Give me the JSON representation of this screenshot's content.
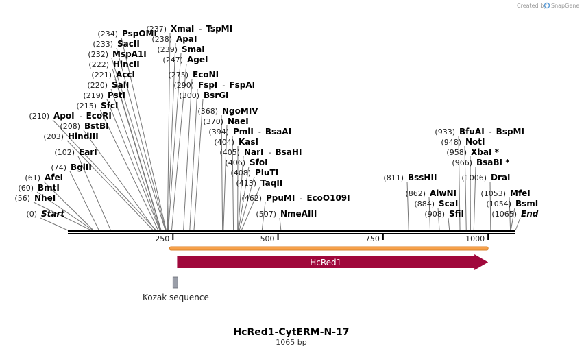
{
  "credit": {
    "text": "Created by",
    "brand": "SnapGene"
  },
  "map": {
    "name": "HcRed1-CytERM-N-17",
    "length_label": "1065 bp",
    "length": 1065,
    "ticks": [
      "250",
      "500",
      "750",
      "1000"
    ],
    "tick_values": [
      250,
      500,
      750,
      1000
    ]
  },
  "sites": [
    {
      "name": "Start",
      "pos": "(0)",
      "bp": 0,
      "italic": true
    },
    {
      "name": "NheI",
      "pos": "(56)",
      "bp": 56
    },
    {
      "name": "BmtI",
      "pos": "(60)",
      "bp": 60
    },
    {
      "name": "AfeI",
      "pos": "(61)",
      "bp": 61
    },
    {
      "name": "BglII",
      "pos": "(74)",
      "bp": 74
    },
    {
      "name": "EarI",
      "pos": "(102)",
      "bp": 102
    },
    {
      "name": "HindIII",
      "pos": "(203)",
      "bp": 203
    },
    {
      "name": "BstBI",
      "pos": "(208)",
      "bp": 208
    },
    {
      "name": "ApoI",
      "name2": "EcoRI",
      "pos": "(210)",
      "bp": 210
    },
    {
      "name": "SfcI",
      "pos": "(215)",
      "bp": 215
    },
    {
      "name": "PstI",
      "pos": "(219)",
      "bp": 219
    },
    {
      "name": "SalI",
      "pos": "(220)",
      "bp": 220
    },
    {
      "name": "AccI",
      "pos": "(221)",
      "bp": 221
    },
    {
      "name": "HincII",
      "pos": "(222)",
      "bp": 222
    },
    {
      "name": "MspA1I",
      "pos": "(232)",
      "bp": 232
    },
    {
      "name": "SacII",
      "pos": "(233)",
      "bp": 233
    },
    {
      "name": "PspOMI",
      "pos": "(234)",
      "bp": 234
    },
    {
      "name": "XmaI",
      "name2": "TspMI",
      "pos": "(237)",
      "bp": 237
    },
    {
      "name": "ApaI",
      "pos": "(238)",
      "bp": 238
    },
    {
      "name": "SmaI",
      "pos": "(239)",
      "bp": 239
    },
    {
      "name": "AgeI",
      "pos": "(247)",
      "bp": 247
    },
    {
      "name": "EcoNI",
      "pos": "(275)",
      "bp": 275
    },
    {
      "name": "FspI",
      "name2": "FspAI",
      "pos": "(290)",
      "bp": 290
    },
    {
      "name": "BsrGI",
      "pos": "(300)",
      "bp": 300
    },
    {
      "name": "NgoMIV",
      "pos": "(368)",
      "bp": 368
    },
    {
      "name": "NaeI",
      "pos": "(370)",
      "bp": 370
    },
    {
      "name": "PmlI",
      "name2": "BsaAI",
      "pos": "(394)",
      "bp": 394
    },
    {
      "name": "KasI",
      "pos": "(404)",
      "bp": 404
    },
    {
      "name": "NarI",
      "name2": "BsaHI",
      "pos": "(405)",
      "bp": 405
    },
    {
      "name": "SfoI",
      "pos": "(406)",
      "bp": 406
    },
    {
      "name": "PluTI",
      "pos": "(408)",
      "bp": 408
    },
    {
      "name": "TaqII",
      "pos": "(413)",
      "bp": 413
    },
    {
      "name": "PpuMI",
      "name2": "EcoO109I",
      "pos": "(462)",
      "bp": 462
    },
    {
      "name": "NmeAIII",
      "pos": "(507)",
      "bp": 507
    },
    {
      "name": "BssHII",
      "pos": "(811)",
      "bp": 811
    },
    {
      "name": "AlwNI",
      "pos": "(862)",
      "bp": 862
    },
    {
      "name": "ScaI",
      "pos": "(884)",
      "bp": 884
    },
    {
      "name": "SfiI",
      "pos": "(908)",
      "bp": 908
    },
    {
      "name": "BfuAI",
      "name2": "BspMI",
      "pos": "(933)",
      "bp": 933
    },
    {
      "name": "NotI",
      "pos": "(948)",
      "bp": 948
    },
    {
      "name": "XbaI *",
      "pos": "(958)",
      "bp": 958
    },
    {
      "name": "BsaBI *",
      "pos": "(966)",
      "bp": 966
    },
    {
      "name": "DraI",
      "pos": "(1006)",
      "bp": 1006
    },
    {
      "name": "MfeI",
      "pos": "(1053)",
      "bp": 1053
    },
    {
      "name": "BsmI",
      "pos": "(1054)",
      "bp": 1054
    },
    {
      "name": "End",
      "pos": "(1065)",
      "bp": 1065,
      "italic": true
    }
  ],
  "features": {
    "cds": {
      "label": "HcRed1",
      "start": 260,
      "end": 1000,
      "color": "#a0083c"
    },
    "orf": {
      "start": 242,
      "end": 1000,
      "color": "#f7a14a"
    },
    "kozak": {
      "label": "Kozak sequence",
      "start": 250,
      "end": 260,
      "color": "#9a9ea8"
    }
  },
  "colors": {
    "line": "#000000",
    "leader": "#777777",
    "brand": "#5b9bd5"
  }
}
